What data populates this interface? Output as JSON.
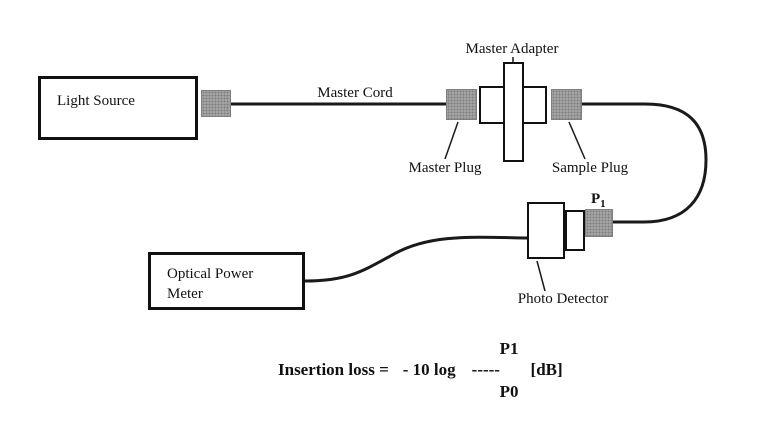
{
  "diagram": {
    "labels": {
      "light_source": "Light Source",
      "master_cord": "Master Cord",
      "master_adapter": "Master Adapter",
      "master_plug": "Master Plug",
      "sample_plug": "Sample Plug",
      "photo_detector": "Photo Detector",
      "p1_base": "P",
      "p1_sub": "1"
    },
    "power_meter_lines": [
      "Optical Power",
      "Meter"
    ],
    "formula": {
      "lhs": "Insertion loss =",
      "expr": "- 10 log",
      "numerator": "P1",
      "bar": "-----",
      "denominator": "P0",
      "unit": "[dB]"
    },
    "colors": {
      "line": "#1a1a1a",
      "plug_fill": "#ababab",
      "box_border": "#111111",
      "background": "#ffffff"
    }
  }
}
